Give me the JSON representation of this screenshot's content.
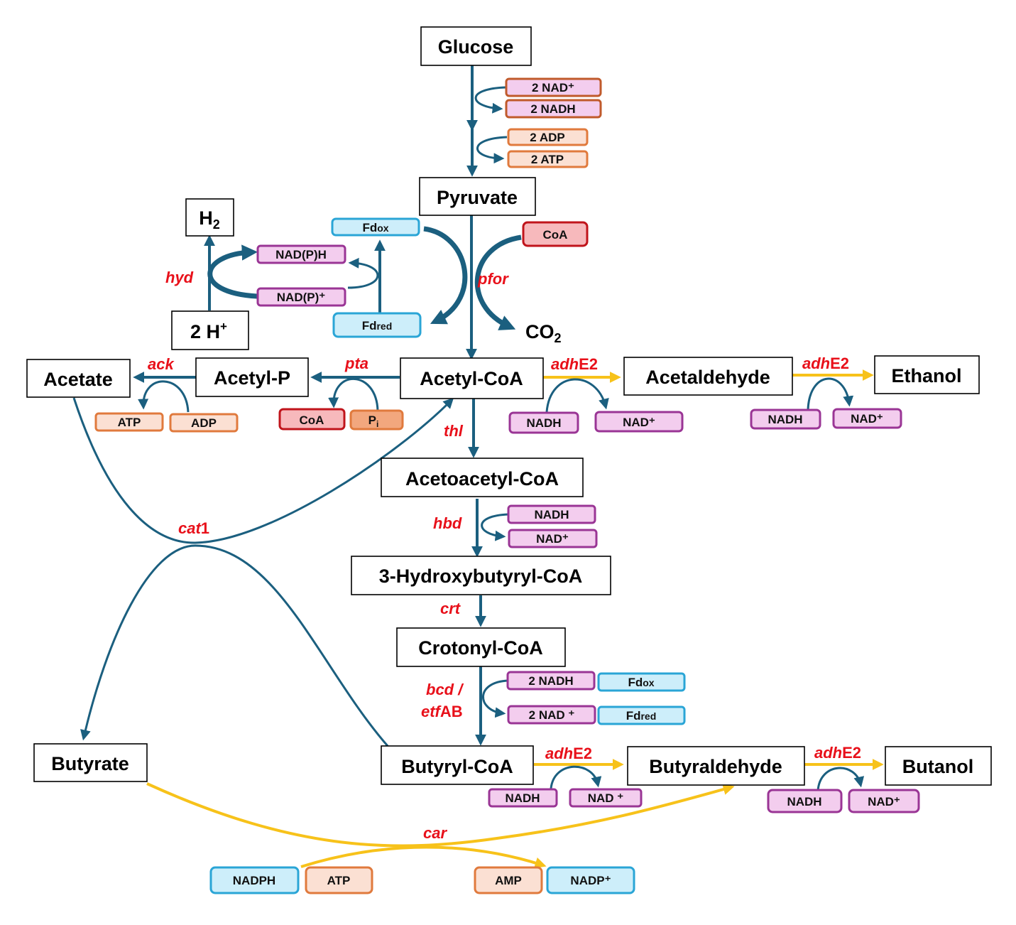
{
  "title": "Clostridial ABE fermentation pathway with engineered butyrate-to-butanol route",
  "colors": {
    "arrow_native": "#1b5f7f",
    "arrow_engineered": "#f7c21a",
    "enzyme_label": "#e8101a",
    "nadh_fill": "#f3cdee",
    "atp_fill": "#fbe0d3",
    "coa_fill": "#f7b9bc",
    "fd_fill": "#cdeefa"
  },
  "metabolites": {
    "glucose": "Glucose",
    "pyruvate": "Pyruvate",
    "h2": "H",
    "h2_sub": "2",
    "two_h": "2 H",
    "two_h_sup": "+",
    "co2": "CO",
    "co2_sub": "2",
    "acetyl_coa": "Acetyl-CoA",
    "acetyl_p": "Acetyl-P",
    "acetate": "Acetate",
    "acetaldehyde": "Acetaldehyde",
    "ethanol": "Ethanol",
    "acetoacetyl_coa": "Acetoacetyl-CoA",
    "hydroxybutyryl_coa": "3-Hydroxybutyryl-CoA",
    "crotonyl_coa": "Crotonyl-CoA",
    "butyryl_coa": "Butyryl-CoA",
    "butyraldehyde": "Butyraldehyde",
    "butanol": "Butanol",
    "butyrate": "Butyrate"
  },
  "enzymes": {
    "hyd": "hyd",
    "pfor": "pfor",
    "ack": "ack",
    "pta": "pta",
    "adhE2_italic": "adh",
    "adhE2_upright": "E2",
    "thl": "thl",
    "hbd": "hbd",
    "crt": "crt",
    "bcd_line1": "bcd /",
    "etfab_italic": "etf",
    "etfab_upright": "AB",
    "cat1_italic": "cat",
    "cat1_upright": "1",
    "car": "car"
  },
  "cofactors": {
    "glycolysis_nad": "2 NAD⁺",
    "glycolysis_nadh": "2 NADH",
    "glycolysis_adp": "2 ADP",
    "glycolysis_atp": "2 ATP",
    "fd_ox": "Fd",
    "fd_ox_sub": "ox",
    "fd_red": "Fd",
    "fd_red_sub": "red",
    "nadph_h": "NAD(P)H",
    "nadp_plus": "NAD(P)⁺",
    "pfor_coa": "CoA",
    "ack_atp": "ATP",
    "ack_adp": "ADP",
    "pta_coa": "CoA",
    "pta_pi": "P",
    "pta_pi_sub": "i",
    "ald1_nadh": "NADH",
    "ald1_nad": "NAD⁺",
    "eth_nadh": "NADH",
    "eth_nad": "NAD⁺",
    "hbd_nadh": "NADH",
    "hbd_nad": "NAD⁺",
    "bcd_nadh": "2 NADH",
    "bcd_nad": "2 NAD ⁺",
    "bcd_fdox": "Fd",
    "bcd_fdox_sub": "ox",
    "bcd_fdred": "Fd",
    "bcd_fdred_sub": "red",
    "bald_nadh": "NADH",
    "bald_nad": "NAD ⁺",
    "buol_nadh": "NADH",
    "buol_nad": "NAD⁺",
    "car_nadph": "NADPH",
    "car_atp": "ATP",
    "car_amp": "AMP",
    "car_nadp": "NADP⁺"
  }
}
